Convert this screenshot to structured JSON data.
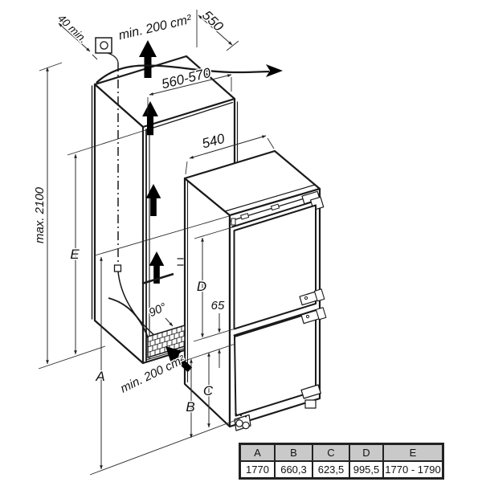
{
  "labels": {
    "gap_top": "40 min.",
    "vent_top": "min. 200 cm²",
    "depth_niche": "550",
    "width_niche": "560-570",
    "width_appliance": "540",
    "wall_height": "max. 2100",
    "dim_e": "E",
    "dim_d": "D",
    "dim_65": "65",
    "dim_a": "A",
    "dim_b": "B",
    "dim_c": "C",
    "door_angle": "90°",
    "vent_bottom": "min. 200 cm²"
  },
  "table": {
    "headers": [
      "A",
      "B",
      "C",
      "D",
      "E"
    ],
    "values": [
      "1770",
      "660,3",
      "623,5",
      "995,5",
      "1770 - 1790"
    ]
  },
  "colors": {
    "line": "#1a1a1a",
    "dim": "#333333",
    "table_header_bg": "#c9c9c9"
  }
}
